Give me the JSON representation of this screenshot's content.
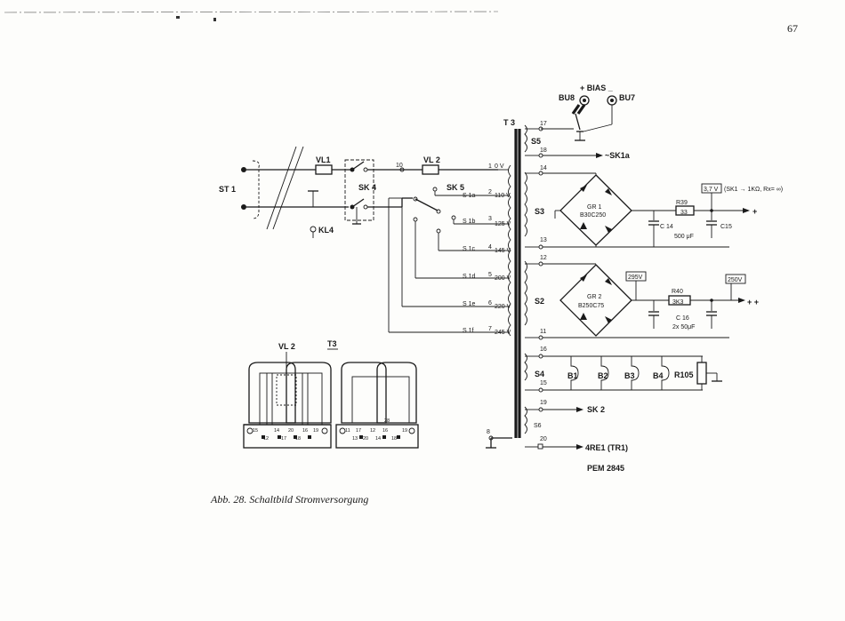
{
  "page_number": "67",
  "caption": "Abb. 28. Schaltbild Stromversorgung",
  "doc_code": "PEM 2845",
  "labels": {
    "st1": "ST 1",
    "vl1": "VL1",
    "sk4": "SK 4",
    "kl4": "KL4",
    "vl2": "VL 2",
    "node10": "10",
    "sk5": "SK 5",
    "t3": "T 3",
    "bu8": "BU8",
    "bu7": "BU7",
    "bias": "+ BIAS _",
    "s5": "S5",
    "sk1a": "~SK1a",
    "s3": "S3",
    "gr1": "GR 1",
    "gr1_type": "B30C250",
    "r39": "R39",
    "r39_val": "33",
    "c14": "C 14",
    "c15": "C15",
    "c15_val": "500 μF",
    "v37": "3,7 V",
    "sk1_note": "(SK1 → 1KΩ, Rx= ∞)",
    "plus1": "+",
    "s2": "S2",
    "gr2": "GR 2",
    "gr2_type": "B250C75",
    "v295": "295V",
    "r40": "R40",
    "r40_val": "3K3",
    "c16": "C 16",
    "c16_val": "2x 50μF",
    "v250": "250V",
    "plus2": "+ +",
    "s4": "S4",
    "b1": "B1",
    "b2": "B2",
    "b3": "B3",
    "b4": "B4",
    "r105": "R105",
    "s6": "S6",
    "sk2": "SK 2",
    "re1": "4RE1 (TR1)",
    "t3_bottom": "T3",
    "vl2_bottom": "VL 2",
    "node28": "28"
  },
  "primary_taps": [
    {
      "num": "1",
      "volt": "0 V",
      "switch": ""
    },
    {
      "num": "2",
      "volt": "110 V",
      "switch": "S 1a"
    },
    {
      "num": "3",
      "volt": "125 V",
      "switch": "S 1b"
    },
    {
      "num": "4",
      "volt": "145 V",
      "switch": "S 1c"
    },
    {
      "num": "5",
      "volt": "200 V",
      "switch": "S 1d"
    },
    {
      "num": "6",
      "volt": "220 V",
      "switch": "S 1e"
    },
    {
      "num": "7",
      "volt": "245 V",
      "switch": "S 1f"
    }
  ],
  "secondary_nodes": [
    "17",
    "18",
    "14",
    "13",
    "12",
    "11",
    "16",
    "15",
    "19",
    "20",
    "8"
  ],
  "terminal_left": [
    "15",
    "12",
    "14",
    "17",
    "20",
    "18",
    "16",
    "19"
  ],
  "terminal_right": [
    "11",
    "13",
    "17",
    "20",
    "12",
    "14",
    "16",
    "18",
    "19"
  ]
}
